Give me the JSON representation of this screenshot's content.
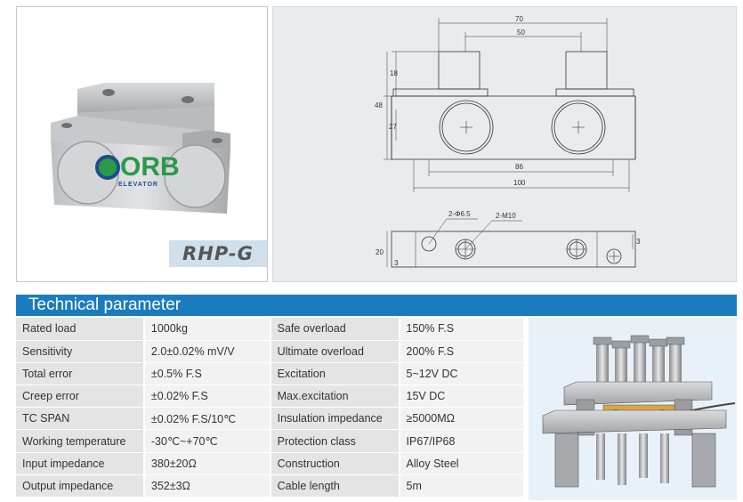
{
  "product": {
    "model": "RHP-G",
    "logo_text": "ORB",
    "logo_subtext": "ELEVATOR"
  },
  "drawing": {
    "dim_70": "70",
    "dim_50": "50",
    "dim_18": "18",
    "dim_48": "48",
    "dim_27": "27",
    "dim_86": "86",
    "dim_100": "100",
    "dim_hole1": "2-Φ6.5",
    "dim_hole2": "2-M10",
    "dim_20": "20",
    "dim_3a": "3",
    "dim_3b": "3"
  },
  "section": {
    "title": "Technical parameter"
  },
  "params": [
    [
      "Rated load",
      "1000kg",
      "Safe overload",
      "150% F.S"
    ],
    [
      "Sensitivity",
      "2.0±0.02% mV/V",
      "Ultimate overload",
      "200% F.S"
    ],
    [
      "Total error",
      "±0.5% F.S",
      "Excitation",
      "5~12V DC"
    ],
    [
      "Creep error",
      "±0.02% F.S",
      "Max.excitation",
      "15V DC"
    ],
    [
      "TC SPAN",
      "±0.02% F.S/10℃",
      "Insulation impedance",
      "≥5000MΩ"
    ],
    [
      "Working temperature",
      "-30℃~+70℃",
      "Protection class",
      "IP67/IP68"
    ],
    [
      "Input impedance",
      "380±20Ω",
      "Construction",
      "Alloy Steel"
    ],
    [
      "Output impedance",
      "352±3Ω",
      "Cable length",
      "5m"
    ]
  ],
  "colors": {
    "header_bg": "#1a7cbe",
    "logo_green": "#2a9a4a",
    "logo_blue": "#1b4f8f"
  }
}
